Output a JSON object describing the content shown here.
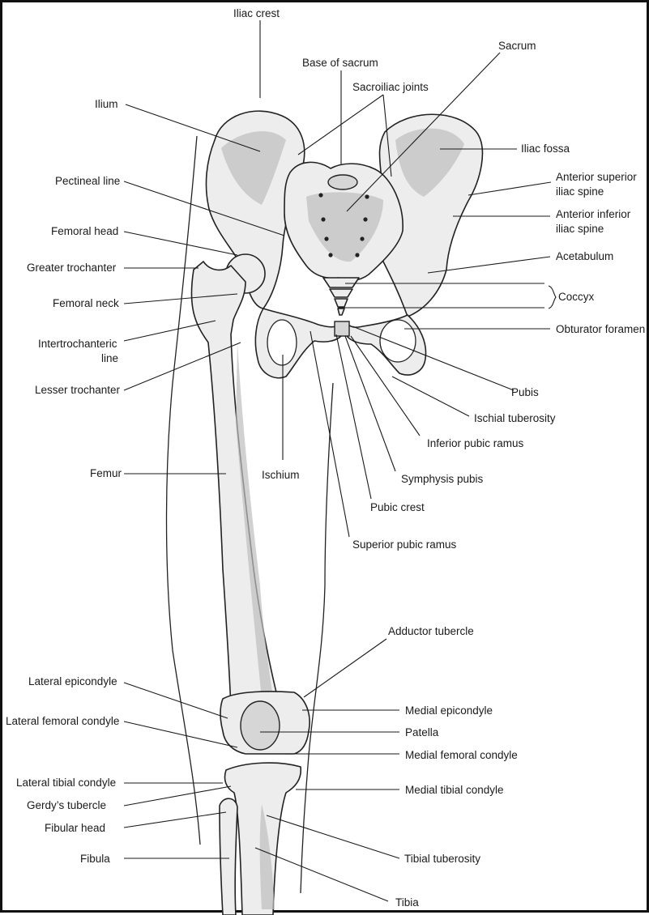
{
  "colors": {
    "line": "#1a1a1a",
    "bone": "#ededed",
    "shade": "#bdbdbd",
    "background": "#ffffff"
  },
  "labels": {
    "iliac_crest": "Iliac crest",
    "base_of_sacrum": "Base of sacrum",
    "sacrum": "Sacrum",
    "sacroiliac_joints": "Sacroiliac joints",
    "ilium": "Ilium",
    "iliac_fossa": "Iliac fossa",
    "pectineal_line": "Pectineal line",
    "anterior_superior_iliac_spine_1": "Anterior superior",
    "anterior_superior_iliac_spine_2": "iliac spine",
    "anterior_inferior_iliac_spine_1": "Anterior inferior",
    "anterior_inferior_iliac_spine_2": "iliac spine",
    "femoral_head": "Femoral head",
    "greater_trochanter": "Greater trochanter",
    "acetabulum": "Acetabulum",
    "femoral_neck": "Femoral neck",
    "coccyx": "Coccyx",
    "obturator_foramen": "Obturator foramen",
    "intertrochanteric_line_1": "Intertrochanteric",
    "intertrochanteric_line_2": "line",
    "lesser_trochanter": "Lesser trochanter",
    "pubis": "Pubis",
    "ischial_tuberosity": "Ischial tuberosity",
    "inferior_pubic_ramus": "Inferior pubic ramus",
    "femur": "Femur",
    "ischium": "Ischium",
    "symphysis_pubis": "Symphysis pubis",
    "pubic_crest": "Pubic crest",
    "superior_pubic_ramus": "Superior pubic ramus",
    "adductor_tubercle": "Adductor tubercle",
    "lateral_epicondyle": "Lateral epicondyle",
    "medial_epicondyle": "Medial epicondyle",
    "lateral_femoral_condyle": "Lateral femoral condyle",
    "patella": "Patella",
    "medial_femoral_condyle": "Medial femoral condyle",
    "lateral_tibial_condyle": "Lateral tibial condyle",
    "medial_tibial_condyle": "Medial tibial condyle",
    "gerdys_tubercle": "Gerdy’s tubercle",
    "fibular_head": "Fibular head",
    "fibula": "Fibula",
    "tibial_tuberosity": "Tibial tuberosity",
    "tibia": "Tibia"
  }
}
